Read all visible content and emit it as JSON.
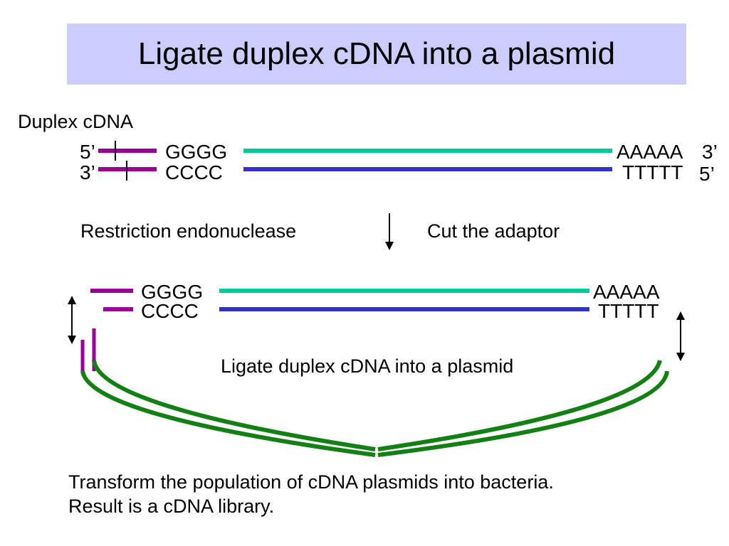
{
  "title": "Ligate duplex cDNA into a plasmid",
  "duplex_label": "Duplex cDNA",
  "top_strand": {
    "five_prime": "5’",
    "left_seq": "GGGG",
    "right_seq": "AAAAA",
    "three_prime": "3’"
  },
  "bottom_strand": {
    "three_prime": "3’",
    "left_seq": "CCCC",
    "right_seq": "TTTTT",
    "five_prime": "5’"
  },
  "step_left": "Restriction endonuclease",
  "step_right": "Cut the adaptor",
  "cut_top_left": "GGGG",
  "cut_top_right": "AAAAA",
  "cut_bottom_left": "CCCC",
  "cut_bottom_right": "TTTTT",
  "ligate_label": "Ligate duplex cDNA into a plasmid",
  "footer": {
    "line1": "Transform the population of cDNA plasmids into bacteria.",
    "line2": "Result is a cDNA library."
  },
  "colors": {
    "title_bg": "#ccccff",
    "adaptor": "#990099",
    "top_strand": "#00cc99",
    "bottom_strand": "#3333cc",
    "plasmid": "#138013"
  }
}
